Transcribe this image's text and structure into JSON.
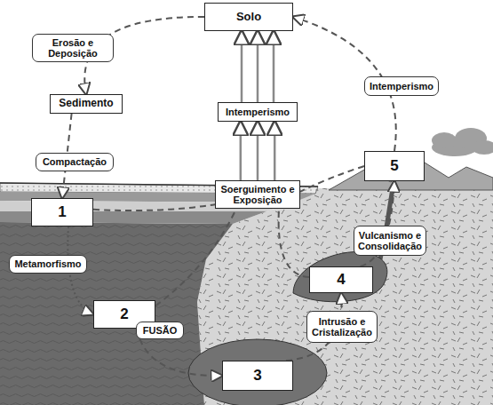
{
  "diagram": {
    "nodes": [
      {
        "text": [
          "Solo"
        ]
      },
      {
        "text": [
          "Sedimento"
        ]
      },
      {
        "text": [
          "Intemperismo"
        ]
      },
      {
        "text": [
          "5"
        ]
      },
      {
        "text": [
          "Soerguimento e Exposição"
        ]
      },
      {
        "text": [
          "1"
        ]
      },
      {
        "text": [
          "4"
        ]
      },
      {
        "text": [
          "2"
        ]
      },
      {
        "text": [
          "3"
        ]
      }
    ],
    "edges": [
      {
        "from": 0,
        "to": 1,
        "label": "Erosão e Deposição",
        "arrow": "to"
      },
      {
        "from": 1,
        "to": 5,
        "label": "Compactação",
        "arrow": "to"
      },
      {
        "from": 5,
        "to": 7,
        "label": "Metamorfismo",
        "arrow": "to"
      },
      {
        "from": 7,
        "to": 8,
        "label": "FUSÃO",
        "arrow": "to"
      },
      {
        "from": 8,
        "to": 6,
        "label": "Intrusão e Cristalização",
        "arrow": "to"
      },
      {
        "from": 6,
        "to": 3,
        "label": "Vulcanismo e Consolidação",
        "arrow": "to"
      },
      {
        "from": 3,
        "to": 0,
        "label": "Intemperismo",
        "arrow": "to"
      },
      {
        "from": 5,
        "to": 4,
        "arrow": "none"
      },
      {
        "from": 7,
        "to": 4,
        "arrow": "none"
      },
      {
        "from": 6,
        "to": 4,
        "arrow": "none"
      },
      {
        "from": 3,
        "to": 4,
        "arrow": "none"
      },
      {
        "from": 4,
        "to": 2,
        "arrow": "to"
      },
      {
        "from": 4,
        "to": 2,
        "arrow": "to"
      },
      {
        "from": 4,
        "to": 2,
        "arrow": "to"
      },
      {
        "from": 2,
        "to": 0,
        "arrow": "to"
      },
      {
        "from": 2,
        "to": 0,
        "arrow": "to"
      },
      {
        "from": 2,
        "to": 0,
        "arrow": "to"
      }
    ]
  }
}
